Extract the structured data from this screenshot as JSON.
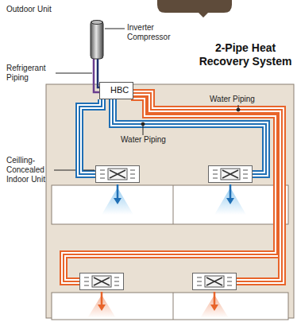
{
  "diagram": {
    "title": "2-Pipe Heat Recovery System",
    "nodes": [
      {
        "text": [
          "HBC"
        ]
      }
    ],
    "edges": [],
    "labels": [
      "Outdoor Unit",
      "Inverter Compressor",
      "Refrigerant Piping",
      "Water Piping",
      "Water Piping",
      "Ceilling-Concealed Indoor Unit"
    ]
  }
}
